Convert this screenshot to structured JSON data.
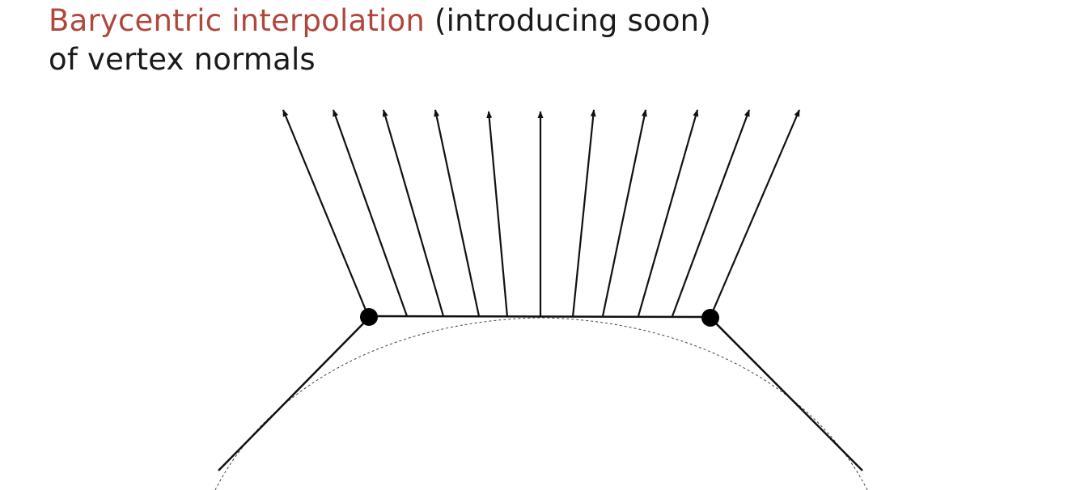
{
  "title": {
    "highlight": "Barycentric interpolation",
    "rest": " (introducing soon)",
    "line2": "of vertex normals"
  },
  "colors": {
    "accent": "#b0473d",
    "text": "#1a1a1a",
    "line": "#111111"
  },
  "diagram": {
    "interpolated_normal_count": 11,
    "vertex_count": 2
  }
}
